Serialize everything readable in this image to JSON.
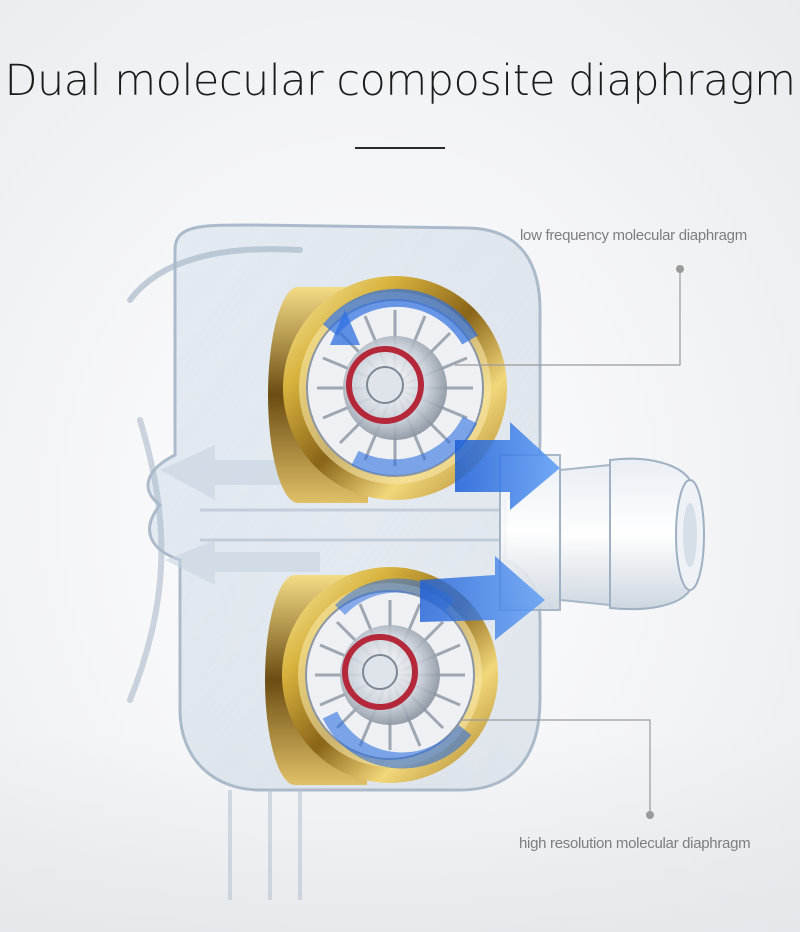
{
  "headline": "Dual molecular composite diaphragm",
  "callouts": {
    "low": "low frequency molecular diaphragm",
    "high": "high resolution molecular diaphragm"
  },
  "colors": {
    "gold": "#c9a32e",
    "arrow_blue": "#2f6fe0",
    "coil_red": "#b5283a",
    "shell": "#b8c6d6"
  },
  "icons": [
    "earphone-shell",
    "diaphragm-driver",
    "airflow-arrow",
    "sound-nozzle"
  ]
}
